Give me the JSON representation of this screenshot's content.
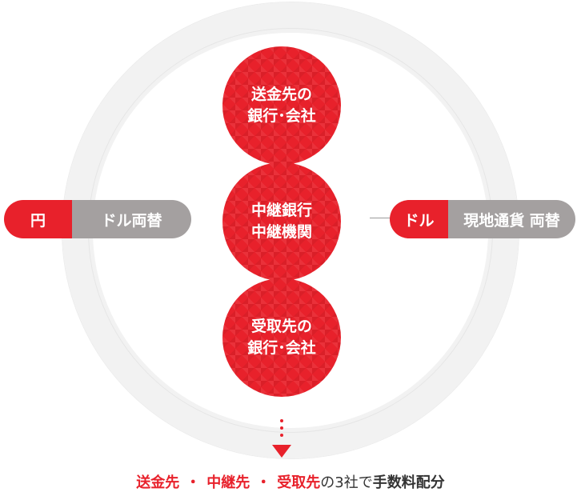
{
  "colors": {
    "accent": "#e8212b",
    "gray": "#a4a0a0",
    "ring": "#f2f2f2",
    "text": "#333333"
  },
  "nodes": [
    {
      "line1": "送金先の",
      "line2": "銀行･会社"
    },
    {
      "line1": "中継銀行",
      "line2": "中継機関"
    },
    {
      "line1": "受取先の",
      "line2": "銀行･会社"
    }
  ],
  "exchange_left": {
    "from": "円",
    "to": "ドル両替"
  },
  "exchange_right": {
    "from": "ドル",
    "to": "現地通貨 両替"
  },
  "footer": {
    "party1": "送金先",
    "party2": "中継先",
    "party3": "受取先",
    "separator": "・",
    "middle": "の3社で",
    "emphasis": "手数料配分"
  }
}
